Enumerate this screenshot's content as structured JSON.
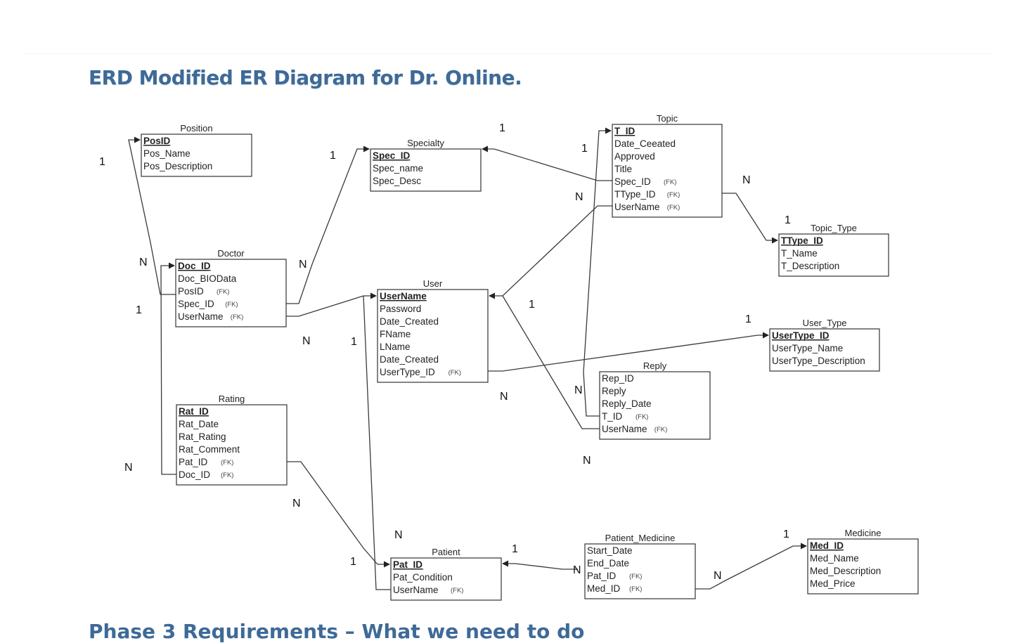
{
  "title": "ERD Modified ER Diagram for Dr. Online.",
  "next_heading": "Phase 3 Requirements – What we need to do",
  "entities": [
    {
      "id": "position",
      "name": "Position",
      "attributes": [
        {
          "name": "PosID",
          "pk": true,
          "fk": false
        },
        {
          "name": "Pos_Name",
          "pk": false,
          "fk": false
        },
        {
          "name": "Pos_Description",
          "pk": false,
          "fk": false
        }
      ]
    },
    {
      "id": "specialty",
      "name": "Specialty",
      "attributes": [
        {
          "name": "Spec_ID",
          "pk": true,
          "fk": false
        },
        {
          "name": "Spec_name",
          "pk": false,
          "fk": false
        },
        {
          "name": "Spec_Desc",
          "pk": false,
          "fk": false
        }
      ]
    },
    {
      "id": "topic",
      "name": "Topic",
      "attributes": [
        {
          "name": "T_ID",
          "pk": true,
          "fk": false
        },
        {
          "name": "Date_Ceeated",
          "pk": false,
          "fk": false
        },
        {
          "name": "Approved",
          "pk": false,
          "fk": false
        },
        {
          "name": "Title",
          "pk": false,
          "fk": false
        },
        {
          "name": "Spec_ID",
          "pk": false,
          "fk": true
        },
        {
          "name": "TType_ID",
          "pk": false,
          "fk": true
        },
        {
          "name": "UserName",
          "pk": false,
          "fk": true
        }
      ]
    },
    {
      "id": "topic_type",
      "name": "Topic_Type",
      "attributes": [
        {
          "name": "TType_ID",
          "pk": true,
          "fk": false
        },
        {
          "name": "T_Name",
          "pk": false,
          "fk": false
        },
        {
          "name": "T_Description",
          "pk": false,
          "fk": false
        }
      ]
    },
    {
      "id": "doctor",
      "name": "Doctor",
      "attributes": [
        {
          "name": "Doc_ID",
          "pk": true,
          "fk": false
        },
        {
          "name": "Doc_BIOData",
          "pk": false,
          "fk": false
        },
        {
          "name": "PosID",
          "pk": false,
          "fk": true
        },
        {
          "name": "Spec_ID",
          "pk": false,
          "fk": true
        },
        {
          "name": "UserName",
          "pk": false,
          "fk": true
        }
      ]
    },
    {
      "id": "user",
      "name": "User",
      "attributes": [
        {
          "name": "UserName",
          "pk": true,
          "fk": false
        },
        {
          "name": "Password",
          "pk": false,
          "fk": false
        },
        {
          "name": "Date_Created",
          "pk": false,
          "fk": false
        },
        {
          "name": "FName",
          "pk": false,
          "fk": false
        },
        {
          "name": "LName",
          "pk": false,
          "fk": false
        },
        {
          "name": "Date_Created",
          "pk": false,
          "fk": false
        },
        {
          "name": "UserType_ID",
          "pk": false,
          "fk": true
        }
      ]
    },
    {
      "id": "user_type",
      "name": "User_Type",
      "attributes": [
        {
          "name": "UserType_ID",
          "pk": true,
          "fk": false
        },
        {
          "name": "UserType_Name",
          "pk": false,
          "fk": false
        },
        {
          "name": "UserType_Description",
          "pk": false,
          "fk": false
        }
      ]
    },
    {
      "id": "reply",
      "name": "Reply",
      "attributes": [
        {
          "name": "Rep_ID",
          "pk": false,
          "fk": false
        },
        {
          "name": "Reply",
          "pk": false,
          "fk": false
        },
        {
          "name": "Reply_Date",
          "pk": false,
          "fk": false
        },
        {
          "name": "T_ID",
          "pk": false,
          "fk": true
        },
        {
          "name": "UserName",
          "pk": false,
          "fk": true
        }
      ]
    },
    {
      "id": "rating",
      "name": "Rating",
      "attributes": [
        {
          "name": "Rat_ID",
          "pk": true,
          "fk": false
        },
        {
          "name": "Rat_Date",
          "pk": false,
          "fk": false
        },
        {
          "name": "Rat_Rating",
          "pk": false,
          "fk": false
        },
        {
          "name": "Rat_Comment",
          "pk": false,
          "fk": false
        },
        {
          "name": "Pat_ID",
          "pk": false,
          "fk": true
        },
        {
          "name": "Doc_ID",
          "pk": false,
          "fk": true
        }
      ]
    },
    {
      "id": "patient",
      "name": "Patient",
      "attributes": [
        {
          "name": "Pat_ID",
          "pk": true,
          "fk": false
        },
        {
          "name": "Pat_Condition",
          "pk": false,
          "fk": false
        },
        {
          "name": "UserName",
          "pk": false,
          "fk": true
        }
      ]
    },
    {
      "id": "patient_medicine",
      "name": "Patient_Medicine",
      "attributes": [
        {
          "name": "Start_Date",
          "pk": false,
          "fk": false
        },
        {
          "name": "End_Date",
          "pk": false,
          "fk": false
        },
        {
          "name": "Pat_ID",
          "pk": false,
          "fk": true
        },
        {
          "name": "Med_ID",
          "pk": false,
          "fk": true
        }
      ]
    },
    {
      "id": "medicine",
      "name": "Medicine",
      "attributes": [
        {
          "name": "Med_ID",
          "pk": true,
          "fk": false
        },
        {
          "name": "Med_Name",
          "pk": false,
          "fk": false
        },
        {
          "name": "Med_Description",
          "pk": false,
          "fk": false
        },
        {
          "name": "Med_Price",
          "pk": false,
          "fk": false
        }
      ]
    }
  ],
  "fk_marker": "(FK)",
  "relationships": [
    {
      "id": "doctor-position",
      "from": "doctor",
      "to": "position",
      "one": "1",
      "many": "N"
    },
    {
      "id": "doctor-specialty",
      "from": "doctor",
      "to": "specialty",
      "one": "1",
      "many": "N"
    },
    {
      "id": "topic-specialty",
      "from": "topic",
      "to": "specialty",
      "one": "1",
      "many": "N"
    },
    {
      "id": "topic-topic-type",
      "from": "topic",
      "to": "topic_type",
      "one": "1",
      "many": "N"
    },
    {
      "id": "doctor-user",
      "from": "doctor",
      "to": "user",
      "one": "1",
      "many": "N"
    },
    {
      "id": "topic-user",
      "from": "topic",
      "to": "user",
      "one": "1",
      "many": "N"
    },
    {
      "id": "reply-user",
      "from": "reply",
      "to": "user",
      "one": "1",
      "many": "N"
    },
    {
      "id": "user-user-type",
      "from": "user",
      "to": "user_type",
      "one": "1",
      "many": "N"
    },
    {
      "id": "reply-topic",
      "from": "reply",
      "to": "topic",
      "one": "1",
      "many": "N"
    },
    {
      "id": "rating-doctor",
      "from": "rating",
      "to": "doctor",
      "one": "1",
      "many": "N"
    },
    {
      "id": "rating-patient",
      "from": "rating",
      "to": "patient",
      "one": "1",
      "many": "N"
    },
    {
      "id": "patient-user",
      "from": "patient",
      "to": "user",
      "one": "1",
      "many": "N"
    },
    {
      "id": "patient-medicine-patient",
      "from": "patient_medicine",
      "to": "patient",
      "one": "1",
      "many": "N"
    },
    {
      "id": "patient-medicine-medicine",
      "from": "patient_medicine",
      "to": "medicine",
      "one": "1",
      "many": "N"
    }
  ]
}
